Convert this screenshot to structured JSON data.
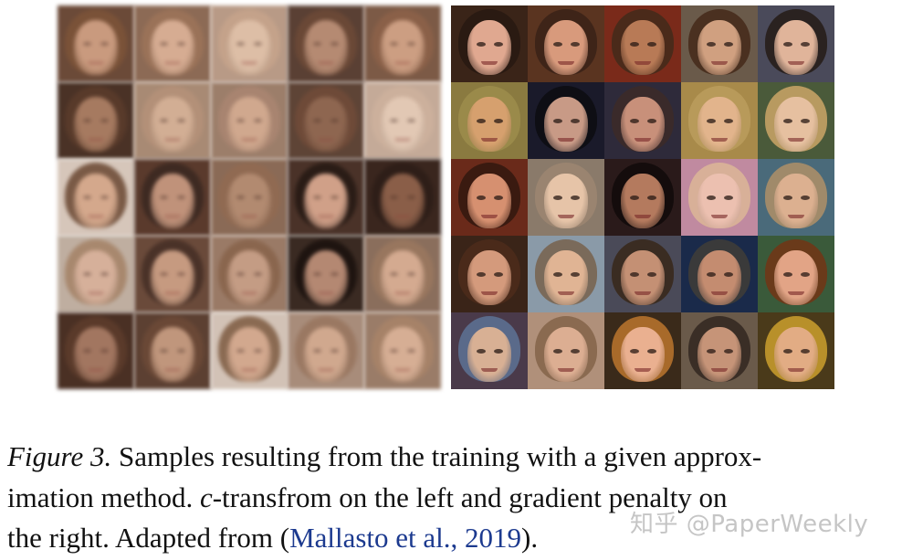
{
  "figure": {
    "label": "Figure 3.",
    "caption_line1": " Samples resulting from the training with a given approx-",
    "caption_line2_pre": "imation method. ",
    "caption_line2_var": "c",
    "caption_line2_post": "-transfrom on the left and gradient penalty on",
    "caption_line3_pre": "the right. Adapted from (",
    "citation": "Mallasto et al., 2019",
    "caption_line3_post": ")."
  },
  "watermark": "知乎 @PaperWeekly",
  "panels": {
    "left": {
      "faces": [
        {
          "bg": "#6b4a38",
          "hair": "#7a5238",
          "skin": "#c99a7e"
        },
        {
          "bg": "#8c6a55",
          "hair": "#9a7258",
          "skin": "#d6ac92"
        },
        {
          "bg": "#b89a86",
          "hair": "#c4a28a",
          "skin": "#ddbea6"
        },
        {
          "bg": "#5a4034",
          "hair": "#6a4836",
          "skin": "#b58a72"
        },
        {
          "bg": "#7c5a46",
          "hair": "#8a6048",
          "skin": "#cc9e82"
        },
        {
          "bg": "#4a3226",
          "hair": "#583a2a",
          "skin": "#a67a60"
        },
        {
          "bg": "#a88a74",
          "hair": "#b39078",
          "skin": "#d2ae94"
        },
        {
          "bg": "#9c7e6a",
          "hair": "#a88470",
          "skin": "#d0a88e"
        },
        {
          "bg": "#5e4436",
          "hair": "#6e4a38",
          "skin": "#8e6650"
        },
        {
          "bg": "#c4aa98",
          "hair": "#ccb09c",
          "skin": "#e2c8b4"
        },
        {
          "bg": "#d6c6ba",
          "hair": "#7a5a46",
          "skin": "#d4a88c"
        },
        {
          "bg": "#5a3a2c",
          "hair": "#3e2a22",
          "skin": "#c0927a"
        },
        {
          "bg": "#8a6a56",
          "hair": "#906a52",
          "skin": "#b28a70"
        },
        {
          "bg": "#4a3228",
          "hair": "#2a1c16",
          "skin": "#d0a088"
        },
        {
          "bg": "#3a261e",
          "hair": "#2e1e18",
          "skin": "#8a5e48"
        },
        {
          "bg": "#bfaea0",
          "hair": "#a8886e",
          "skin": "#d6b09a"
        },
        {
          "bg": "#6a4a3a",
          "hair": "#4a3228",
          "skin": "#c69a80"
        },
        {
          "bg": "#9a7a66",
          "hair": "#8a664e",
          "skin": "#c49c84"
        },
        {
          "bg": "#3a2a22",
          "hair": "#1e1410",
          "skin": "#b48872"
        },
        {
          "bg": "#8a6e5c",
          "hair": "#98765e",
          "skin": "#d4aa90"
        },
        {
          "bg": "#4a3024",
          "hair": "#5a3a2a",
          "skin": "#a27660"
        },
        {
          "bg": "#5c4032",
          "hair": "#6a4836",
          "skin": "#c0967c"
        },
        {
          "bg": "#d2c2b6",
          "hair": "#8a6a52",
          "skin": "#d2a88e"
        },
        {
          "bg": "#a88c7a",
          "hair": "#9a7862",
          "skin": "#d0a88e"
        },
        {
          "bg": "#9a7c68",
          "hair": "#a68268",
          "skin": "#d6ae94"
        }
      ]
    },
    "right": {
      "faces": [
        {
          "bg": "#3a2418",
          "hair": "#2a1a12",
          "skin": "#e0a890"
        },
        {
          "bg": "#5a3420",
          "hair": "#3e2418",
          "skin": "#d89a7c"
        },
        {
          "bg": "#7a2a1a",
          "hair": "#4a2a1a",
          "skin": "#b87a56"
        },
        {
          "bg": "#6a5a4a",
          "hair": "#4a3020",
          "skin": "#d0a080"
        },
        {
          "bg": "#4a4a5a",
          "hair": "#2a2220",
          "skin": "#e0b49a"
        },
        {
          "bg": "#8a7a40",
          "hair": "#9a8a4a",
          "skin": "#d6a06e"
        },
        {
          "bg": "#1a1a2a",
          "hair": "#0e0e14",
          "skin": "#c89a86"
        },
        {
          "bg": "#2e2a3a",
          "hair": "#3a2a2a",
          "skin": "#c8907a"
        },
        {
          "bg": "#a88a4a",
          "hair": "#b89a5a",
          "skin": "#e2b48c"
        },
        {
          "bg": "#4a5a3a",
          "hair": "#b89a60",
          "skin": "#e6c0a0"
        },
        {
          "bg": "#6a2a1a",
          "hair": "#3a1a10",
          "skin": "#d69070"
        },
        {
          "bg": "#8a7a6a",
          "hair": "#9a8470",
          "skin": "#e6c4a8"
        },
        {
          "bg": "#2a1a1a",
          "hair": "#140c0c",
          "skin": "#b47a5e"
        },
        {
          "bg": "#c08aa0",
          "hair": "#d8b098",
          "skin": "#ecc0b0"
        },
        {
          "bg": "#4a6a7a",
          "hair": "#a08a6a",
          "skin": "#dcb090"
        },
        {
          "bg": "#3a2418",
          "hair": "#4a2a1a",
          "skin": "#d49a7c"
        },
        {
          "bg": "#8a9aa8",
          "hair": "#7a6a5a",
          "skin": "#e0b494"
        },
        {
          "bg": "#4a4a58",
          "hair": "#3a2c22",
          "skin": "#c49074"
        },
        {
          "bg": "#1a2a4a",
          "hair": "#3a3a3a",
          "skin": "#c48c70"
        },
        {
          "bg": "#3a5a3a",
          "hair": "#6a3a1a",
          "skin": "#e2a486"
        },
        {
          "bg": "#4a3a4a",
          "hair": "#5a6a8a",
          "skin": "#d8b094"
        },
        {
          "bg": "#b0907a",
          "hair": "#8a6a50",
          "skin": "#dcae92"
        },
        {
          "bg": "#3a2a1a",
          "hair": "#a86a2a",
          "skin": "#eab090"
        },
        {
          "bg": "#6a5a4a",
          "hair": "#3a2e26",
          "skin": "#c69478"
        },
        {
          "bg": "#4a3a1a",
          "hair": "#b8902a",
          "skin": "#e2ac84"
        }
      ]
    }
  }
}
